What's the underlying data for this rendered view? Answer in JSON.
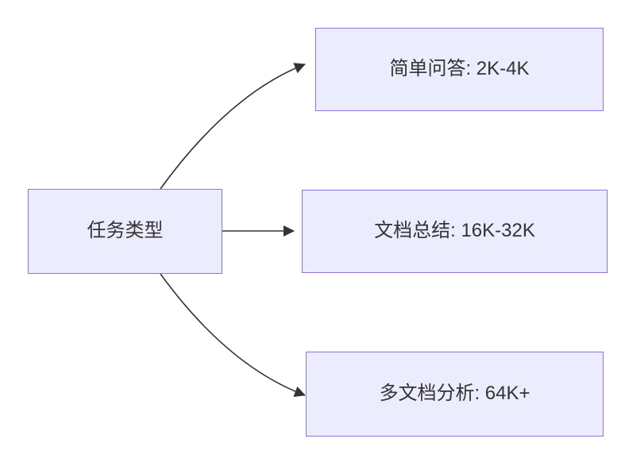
{
  "diagram": {
    "type": "flowchart",
    "direction": "left-to-right",
    "root": {
      "id": "task-type",
      "label": "任务类型"
    },
    "children": [
      {
        "id": "simple-qa",
        "label": "简单问答: 2K-4K"
      },
      {
        "id": "doc-summary",
        "label": "文档总结: 16K-32K"
      },
      {
        "id": "multi-doc",
        "label": "多文档分析: 64K+"
      }
    ],
    "edges": [
      {
        "from": "task-type",
        "to": "simple-qa"
      },
      {
        "from": "task-type",
        "to": "doc-summary"
      },
      {
        "from": "task-type",
        "to": "multi-doc"
      }
    ],
    "colors": {
      "node_fill": "#ECECFF",
      "node_border": "#9370DB",
      "edge": "#333333",
      "text": "#333333",
      "background": "#ffffff"
    }
  }
}
